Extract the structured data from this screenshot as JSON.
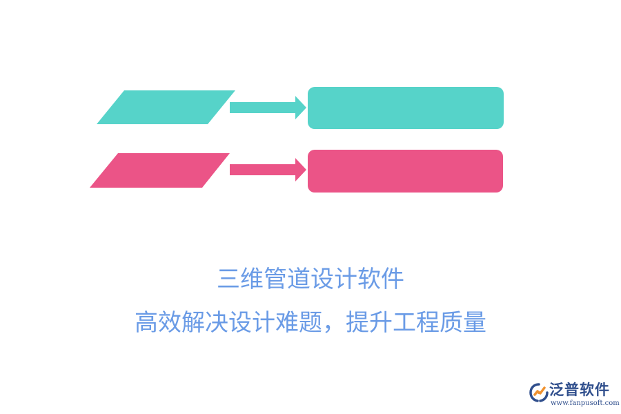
{
  "colors": {
    "teal": "#56d3c9",
    "pink": "#eb5487",
    "caption_text": "#6a9be6",
    "logo_blue": "#2f4e8c",
    "logo_orange": "#f0922f"
  },
  "diagram": {
    "rows": [
      {
        "color": "teal",
        "shapes": [
          "parallelogram",
          "arrow-right",
          "rounded-rectangle"
        ]
      },
      {
        "color": "pink",
        "shapes": [
          "parallelogram",
          "arrow-right",
          "rounded-rectangle"
        ]
      }
    ]
  },
  "caption": {
    "title": "三维管道设计软件",
    "subtitle": "高效解决设计难题，提升工程质量"
  },
  "logo": {
    "brand": "泛普软件",
    "url": "www.fanpusoft.com",
    "icon": "fanpu-logo-icon"
  }
}
